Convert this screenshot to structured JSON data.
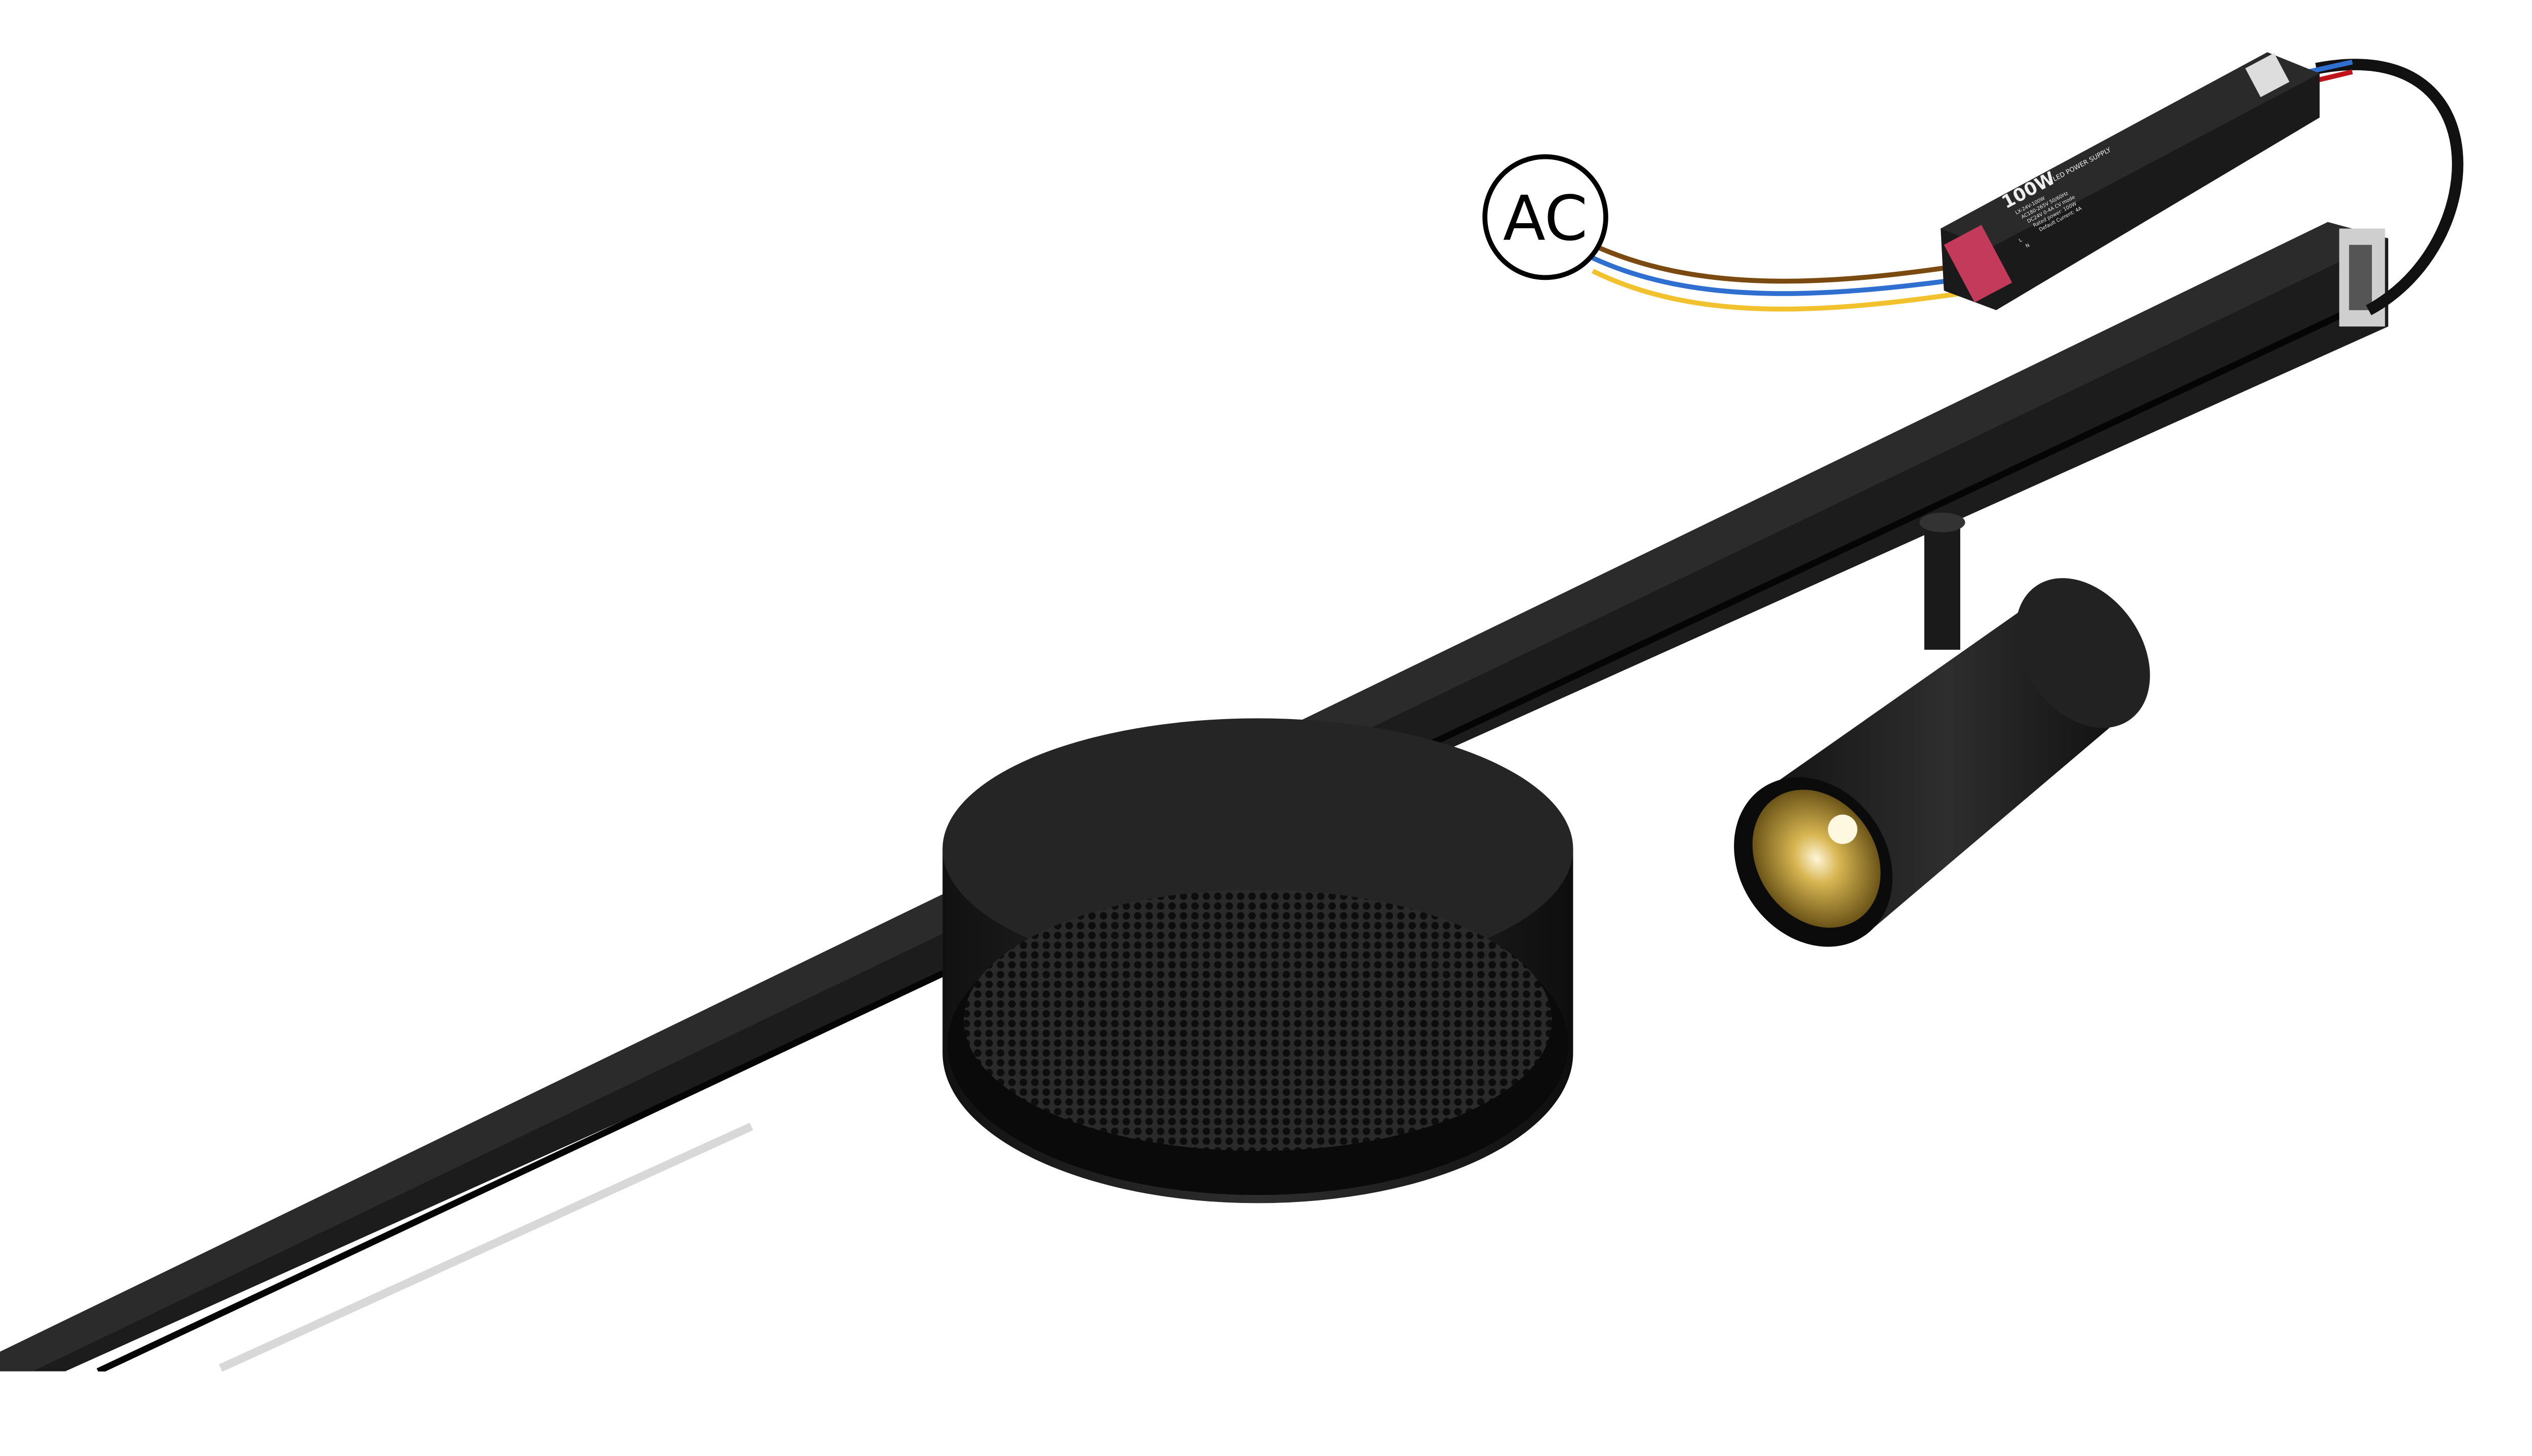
{
  "labels": {
    "ac": "AC",
    "driver_power": "100W",
    "driver_title": "LED POWER SUPPLY",
    "driver_spec_1": "LX-24V-100W",
    "driver_spec_2": "AC180-265V 50/60Hz",
    "driver_spec_3": "DC24V 0-4A CV mode",
    "driver_spec_4": "Rated power: 100W",
    "driver_spec_5": "Default Current: 4A",
    "terminal_l": "L",
    "terminal_n": "N"
  },
  "colors": {
    "track": "#1e1e1e",
    "wire_brown": "#7a4a10",
    "wire_blue": "#2f6fd0",
    "wire_yellow": "#f2c12e",
    "wire_red": "#c0141c",
    "reflector_gold": "#b8962e"
  }
}
